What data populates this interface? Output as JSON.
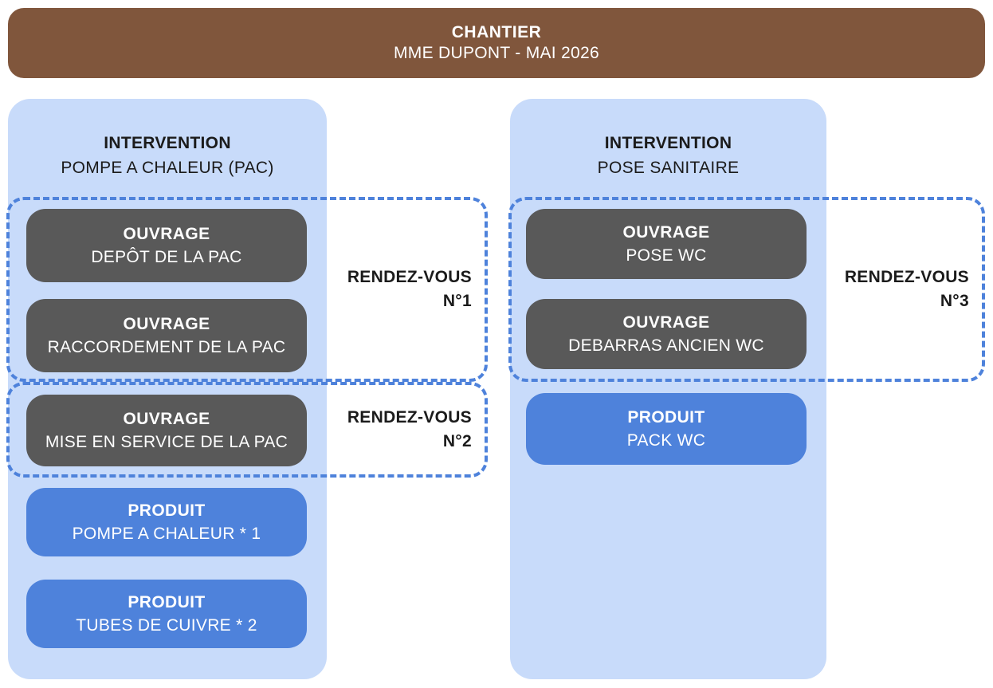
{
  "header": {
    "title": "CHANTIER",
    "subtitle": "MME DUPONT - MAI 2026"
  },
  "interventions": [
    {
      "title": "INTERVENTION",
      "subtitle": "POMPE A CHALEUR (PAC)",
      "items": [
        {
          "type": "OUVRAGE",
          "name": "DEPÔT DE LA PAC"
        },
        {
          "type": "OUVRAGE",
          "name": "RACCORDEMENT DE LA PAC"
        },
        {
          "type": "OUVRAGE",
          "name": "MISE EN SERVICE DE LA PAC"
        },
        {
          "type": "PRODUIT",
          "name": "POMPE A CHALEUR * 1"
        },
        {
          "type": "PRODUIT",
          "name": "TUBES DE CUIVRE * 2"
        }
      ]
    },
    {
      "title": "INTERVENTION",
      "subtitle": "POSE SANITAIRE",
      "items": [
        {
          "type": "OUVRAGE",
          "name": "POSE WC"
        },
        {
          "type": "OUVRAGE",
          "name": "DEBARRAS ANCIEN WC"
        },
        {
          "type": "PRODUIT",
          "name": "PACK WC"
        }
      ]
    }
  ],
  "rendez_vous": [
    {
      "label": "RENDEZ-VOUS",
      "number": "N°1"
    },
    {
      "label": "RENDEZ-VOUS",
      "number": "N°2"
    },
    {
      "label": "RENDEZ-VOUS",
      "number": "N°3"
    }
  ],
  "colors": {
    "brown": "#80563C",
    "panel_blue": "#C8DBFA",
    "dark_gray": "#595959",
    "accent_blue": "#4E82DB",
    "text_dark": "#1B1B1B"
  }
}
